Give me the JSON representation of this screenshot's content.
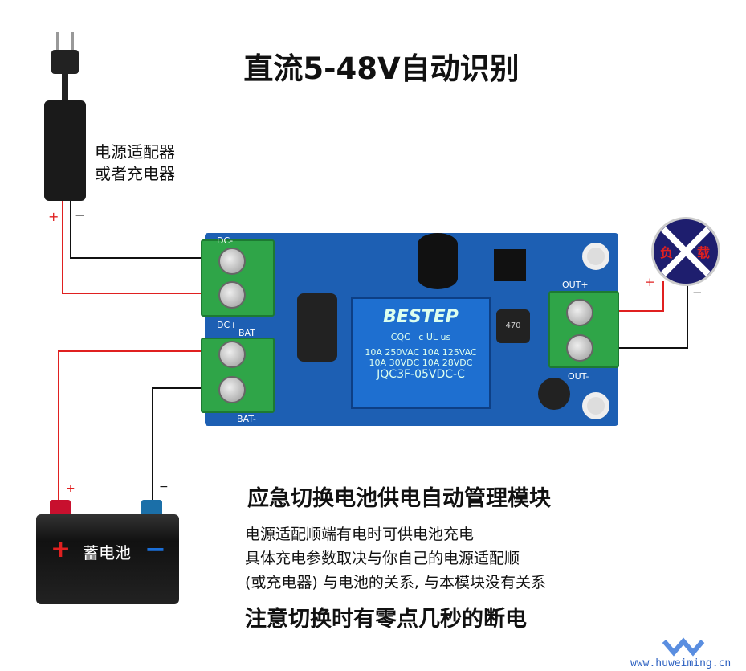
{
  "title": "直流5-48V自动识别",
  "adapter": {
    "label_line1": "电源适配器",
    "label_line2": "或者充电器",
    "plus": "+",
    "minus": "−"
  },
  "board": {
    "silk": {
      "dc_minus": "DC-",
      "dc_plus": "DC+",
      "bat_plus": "BAT+",
      "bat_minus": "BAT-",
      "out_plus": "OUT+",
      "out_minus": "OUT-"
    },
    "relay": {
      "brand": "BESTEP",
      "cert": "CQC",
      "ul": "c UL us",
      "rating1": "10A 250VAC 10A 125VAC",
      "rating2": "10A  30VDC 10A  28VDC",
      "model": "JQC3F-05VDC-C"
    },
    "inductor": "470"
  },
  "load": {
    "label_left": "负",
    "label_right": "载",
    "plus": "+",
    "minus": "−"
  },
  "battery": {
    "label": "蓄电池",
    "plus": "+",
    "minus": "−",
    "terminal_plus": "+",
    "terminal_minus": "−"
  },
  "heading": "应急切换电池供电自动管理模块",
  "lines": [
    "电源适配顺端有电时可供电池充电",
    "具体充电参数取决与你自己的电源适配顺",
    "(或充电器) 与电池的关系, 与本模块没有关系"
  ],
  "warning": "注意切换时有零点几秒的断电",
  "watermark": "www.huweiming.cn",
  "colors": {
    "pcb": "#1d5fb3",
    "terminal": "#2fa548",
    "wire_red": "#e02020"
  }
}
